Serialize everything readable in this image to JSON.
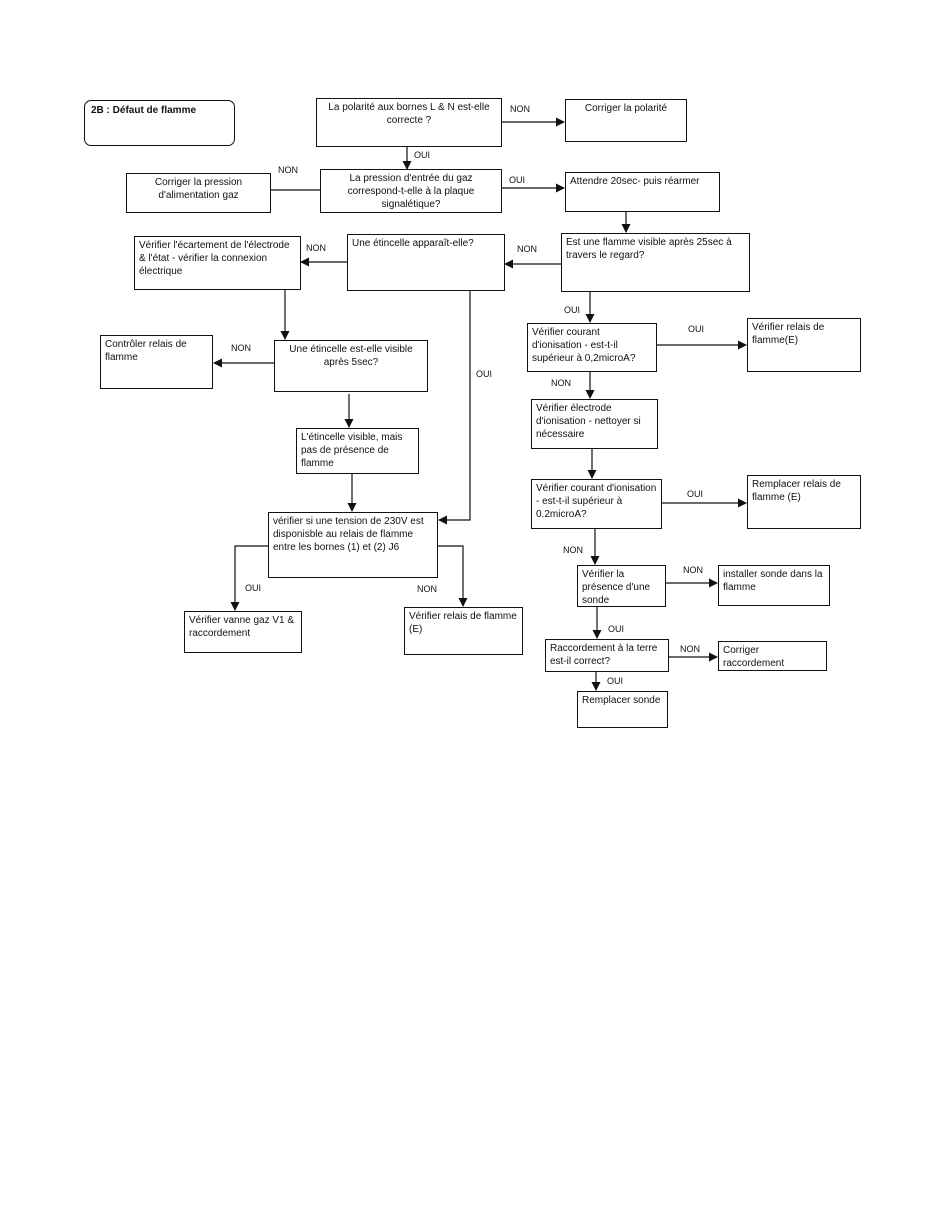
{
  "title": "2B : Défaut de flamme",
  "nodes": {
    "polarity_q": "La polarité aux bornes L & N est-elle correcte ?",
    "fix_polarity": "Corriger la polarité",
    "pressure_q": "La pression d'entrée du gaz correspond-t-elle à la plaque signalétique?",
    "fix_pressure": "Corriger la pression d'alimentation gaz",
    "wait_reset": "Attendre 20sec- puis réarmer",
    "flame_visible_q": "Est une flamme visible après 25sec à travers le regard?",
    "spark_q": "Une étincelle apparaît-elle?",
    "check_electrode_gap": "Vérifier l'écartement de l'électrode & l'état - vérifier la connexion électrique",
    "spark_5sec_q": "Une étincelle est-elle  visible après 5sec?",
    "check_relay_a": "Contrôler relais de flamme",
    "spark_no_flame": "L'étincelle visible, mais pas de présence de flamme",
    "voltage_q": "vérifier si  une tension de 230V est disponisble au relais de flamme entre les bornes (1)  et (2) J6",
    "check_valve": "Vérifier vanne gaz V1 & raccordement",
    "check_relay_b": "Vérifier relais de flamme (E)",
    "ion_current_q1": "Vérifier courant d'ionisation - est-t-il supérieur à 0,2microA?",
    "check_relay_c": "Vérifier relais de flamme(E)",
    "check_ion_electrode": "Vérifier électrode d'ionisation - nettoyer si nécessaire",
    "ion_current_q2": "Vérifier courant d'ionisation - est-t-il supérieur à 0.2microA?",
    "replace_relay": "Remplacer relais de flamme (E)",
    "probe_present_q": "Vérifier la présence d'une sonde",
    "install_probe": "installer sonde dans la flamme",
    "earth_q": "Raccordement à la terre est-il correct?",
    "fix_connection": "Corriger raccordement",
    "replace_probe": "Remplacer sonde"
  },
  "labels": {
    "non": "NON",
    "oui": "OUI"
  },
  "colors": {
    "line": "#111111",
    "box_border": "#111111",
    "background": "#ffffff"
  }
}
